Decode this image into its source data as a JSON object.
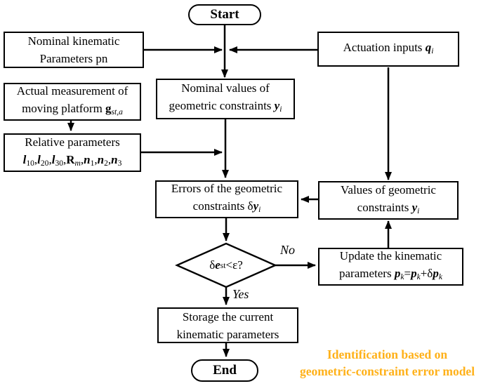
{
  "canvas": {
    "background_color": "#ffffff",
    "line_color": "#000000",
    "accent_color": "#FFB119"
  },
  "nodes": {
    "start": {
      "label": "Start"
    },
    "end": {
      "label": "End"
    },
    "nominal_params": {
      "line1": "Nominal kinematic",
      "line2": "Parameters pn"
    },
    "actuation": {
      "parts": [
        {
          "t": "Actuation inputs ",
          "s": "n"
        },
        {
          "t": "q",
          "s": "bi"
        },
        {
          "t": "i",
          "s": "subi"
        }
      ]
    },
    "actual_measurement": {
      "line1": "Actual measurement of",
      "line2_parts": [
        {
          "t": "moving platform ",
          "s": "n"
        },
        {
          "t": "g",
          "s": "b"
        },
        {
          "t": "st,a",
          "s": "subi"
        }
      ]
    },
    "relative_params": {
      "line1": "Relative parameters",
      "line2_parts": [
        {
          "t": "l",
          "s": "bi"
        },
        {
          "t": "10",
          "s": "sub"
        },
        {
          "t": ",",
          "s": "n"
        },
        {
          "t": "l",
          "s": "bi"
        },
        {
          "t": "20",
          "s": "sub"
        },
        {
          "t": ",",
          "s": "n"
        },
        {
          "t": "l",
          "s": "bi"
        },
        {
          "t": "30",
          "s": "sub"
        },
        {
          "t": ",",
          "s": "n"
        },
        {
          "t": "R",
          "s": "b"
        },
        {
          "t": "m",
          "s": "subi"
        },
        {
          "t": ",",
          "s": "n"
        },
        {
          "t": "n",
          "s": "bi"
        },
        {
          "t": "1",
          "s": "sub"
        },
        {
          "t": ",",
          "s": "n"
        },
        {
          "t": "n",
          "s": "bi"
        },
        {
          "t": "2",
          "s": "sub"
        },
        {
          "t": ",",
          "s": "n"
        },
        {
          "t": "n",
          "s": "bi"
        },
        {
          "t": "3",
          "s": "sub"
        }
      ]
    },
    "nominal_values": {
      "line1": "Nominal values of",
      "line2_parts": [
        {
          "t": "geometric constraints ",
          "s": "n"
        },
        {
          "t": "y",
          "s": "bi"
        },
        {
          "t": "i",
          "s": "subi"
        }
      ]
    },
    "errors": {
      "line1": "Errors of the geometric",
      "line2_parts": [
        {
          "t": "constraints δ",
          "s": "n"
        },
        {
          "t": "y",
          "s": "bi"
        },
        {
          "t": "i",
          "s": "subi"
        }
      ]
    },
    "values": {
      "line1": "Values of geometric",
      "line2_parts": [
        {
          "t": "constraints ",
          "s": "n"
        },
        {
          "t": "y",
          "s": "bi"
        },
        {
          "t": "i",
          "s": "subi"
        }
      ]
    },
    "decision": {
      "parts": [
        {
          "t": "δ",
          "s": "n"
        },
        {
          "t": "e",
          "s": "bi"
        },
        {
          "t": "st",
          "s": "sub"
        },
        {
          "t": "<ε?",
          "s": "n"
        }
      ]
    },
    "update": {
      "line1": "Update the kinematic",
      "line2_parts": [
        {
          "t": "parameters ",
          "s": "n"
        },
        {
          "t": "p",
          "s": "bi"
        },
        {
          "t": "k",
          "s": "subi"
        },
        {
          "t": "=",
          "s": "n"
        },
        {
          "t": "p",
          "s": "bi"
        },
        {
          "t": "k",
          "s": "subi"
        },
        {
          "t": "+δ",
          "s": "n"
        },
        {
          "t": "p",
          "s": "bi"
        },
        {
          "t": "k",
          "s": "subi"
        }
      ]
    },
    "storage": {
      "line1": "Storage the current",
      "line2": "kinematic parameters"
    }
  },
  "edge_labels": {
    "no": "No",
    "yes": "Yes"
  },
  "caption": {
    "line1": "Identification based on",
    "line2": "geometric-constraint error model",
    "color": "#FFB119"
  }
}
